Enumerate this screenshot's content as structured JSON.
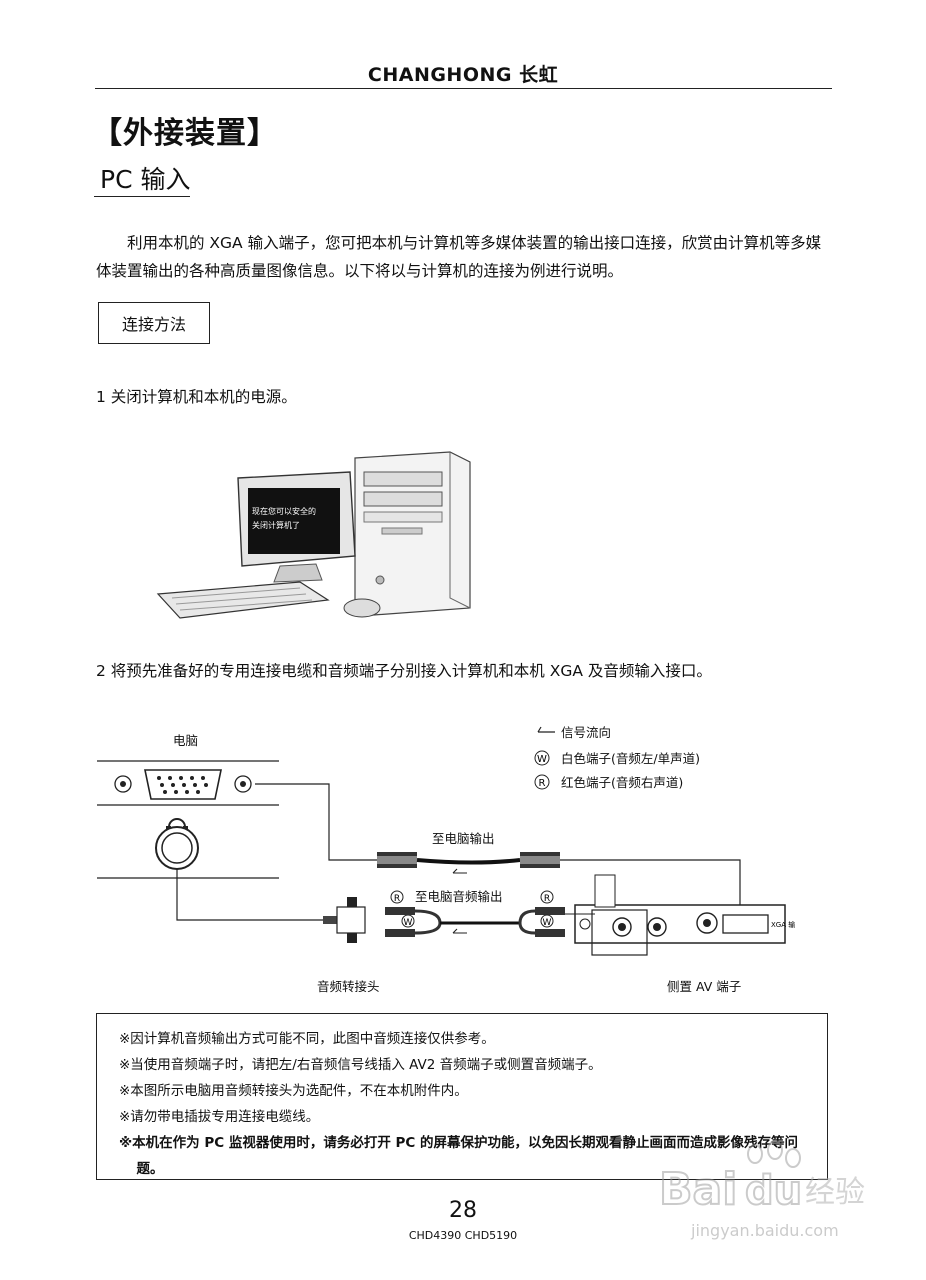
{
  "header": {
    "brand": "CHANGHONG 长虹"
  },
  "section_title": "【外接装置】",
  "subsection_title": "PC 输入",
  "intro_text": "利用本机的 XGA 输入端子，您可把本机与计算机等多媒体装置的输出接口连接，欣赏由计算机等多媒体装置输出的各种高质量图像信息。以下将以与计算机的连接为例进行说明。",
  "method_label": "连接方法",
  "steps": [
    "1 关闭计算机和本机的电源。",
    "2 将预先准备好的专用连接电缆和音频端子分别接入计算机和本机 XGA 及音频输入接口。"
  ],
  "pc_screen_text": [
    "现在您可以安全的",
    "关闭计算机了"
  ],
  "diagram": {
    "computer_label": "电脑",
    "legend": [
      {
        "symbol": "",
        "text": "信号流向"
      },
      {
        "symbol": "W",
        "text": "白色端子(音频左/单声道)"
      },
      {
        "symbol": "R",
        "text": "红色端子(音频右声道)"
      }
    ],
    "video_cable_label": "至电脑输出",
    "audio_cable_label": "至电脑音频输出",
    "plug_marks": [
      "R",
      "W",
      "R",
      "W"
    ],
    "adapter_label": "音频转接头",
    "side_av_label": "侧置 AV 端子",
    "panel_xga_label": "XGA 输入"
  },
  "notes": [
    {
      "text": "※因计算机音频输出方式可能不同，此图中音频连接仅供参考。",
      "bold": false
    },
    {
      "text": "※当使用音频端子时，请把左/右音频信号线插入 AV2 音频端子或侧置音频端子。",
      "bold": false
    },
    {
      "text": "※本图所示电脑用音频转接头为选配件，不在本机附件内。",
      "bold": false
    },
    {
      "text": "※请勿带电插拔专用连接电缆线。",
      "bold": false
    },
    {
      "text": "※本机在作为 PC 监视器使用时，请务必打开 PC 的屏幕保护功能，以免因长期观看静止画面而造成影像残存等问题。",
      "bold": true
    }
  ],
  "footer": {
    "page_number": "28",
    "models": "CHD4390  CHD5190"
  },
  "watermark": {
    "brand": "Bai",
    "paw": "du",
    "cn": "经验",
    "url": "jingyan.baidu.com"
  }
}
